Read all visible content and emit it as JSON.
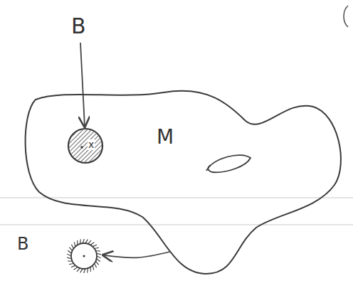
{
  "diagram": {
    "nodes": [
      {
        "text": [
          "M"
        ]
      },
      {
        "text": [
          "x"
        ],
        "in": 0
      },
      {
        "text": [
          "B"
        ]
      }
    ],
    "edges": [
      {
        "from": 0,
        "to": 2,
        "arrow": "to"
      }
    ],
    "labels": [
      "B"
    ]
  }
}
